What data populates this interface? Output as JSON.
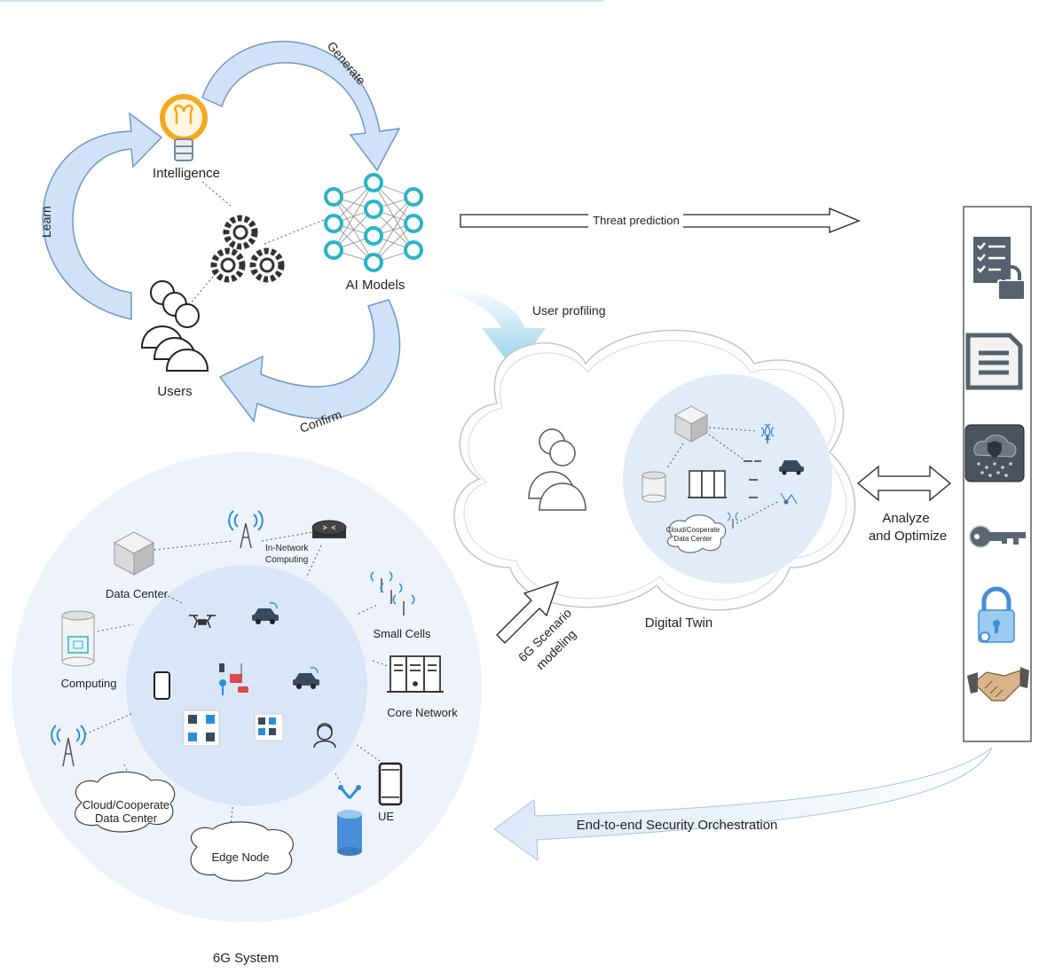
{
  "ai_loop": {
    "intelligence": "Intelligence",
    "ai_models": "AI Models",
    "users": "Users",
    "generate": "Generate",
    "learn": "Learn",
    "confirm": "Confirm"
  },
  "arrows": {
    "threat_prediction": "Threat prediction",
    "user_profiling": "User profiling",
    "scenario_line1": "6G Scenario",
    "scenario_line2": "modeling",
    "analyze_line1": "Analyze",
    "analyze_line2": "and Optimize",
    "orchestration": "End-to-end Security Orchestration"
  },
  "digital_twin": {
    "label": "Digital Twin",
    "cloud_line1": "Cloud/Cooperate",
    "cloud_line2": "Data Center"
  },
  "system": {
    "label": "6G System",
    "data_center": "Data Center",
    "in_network_line1": "In-Network",
    "in_network_line2": "Computing",
    "small_cells": "Small Cells",
    "computing": "Computing",
    "core_network": "Core Network",
    "cloud_line1": "Cloud/Cooperate",
    "cloud_line2": "Data Center",
    "edge_node": "Edge Node",
    "ue": "UE"
  },
  "security_panel": {
    "icons": [
      "checklist-lock-icon",
      "document-icon",
      "cloud-shield-icon",
      "key-icon",
      "padlock-icon",
      "handshake-icon"
    ]
  },
  "colors": {
    "arrow_fill": "#cfe2f7",
    "arrow_stroke": "#6f96c4",
    "circle_outer": "#eef3fb",
    "circle_inner": "#d9e6f7",
    "teal": "#2bb3c8",
    "bulb": "#f2a91e",
    "panel_icon": "#56616e"
  }
}
